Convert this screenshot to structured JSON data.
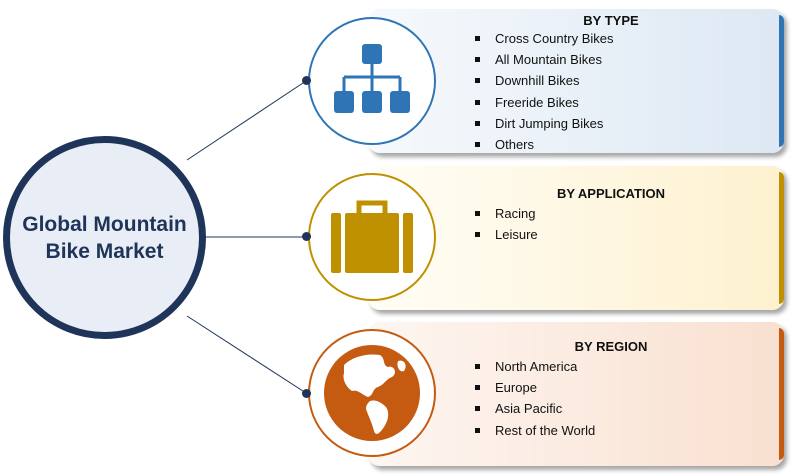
{
  "hub": {
    "title_line1": "Global Mountain",
    "title_line2": "Bike Market",
    "color": "#1f3459"
  },
  "segments": [
    {
      "title": "BY TYPE",
      "icon": "hierarchy-icon",
      "accent": "#2f75b5",
      "items": [
        "Cross Country Bikes",
        "All Mountain Bikes",
        "Downhill Bikes",
        "Freeride Bikes",
        "Dirt Jumping Bikes",
        "Others"
      ]
    },
    {
      "title": "BY APPLICATION",
      "icon": "briefcase-icon",
      "accent": "#bf9000",
      "items": [
        "Racing",
        "Leisure"
      ]
    },
    {
      "title": "BY REGION",
      "icon": "globe-icon",
      "accent": "#c55a11",
      "items": [
        "North America",
        "Europe",
        "Asia Pacific",
        "Rest of the World"
      ]
    }
  ]
}
